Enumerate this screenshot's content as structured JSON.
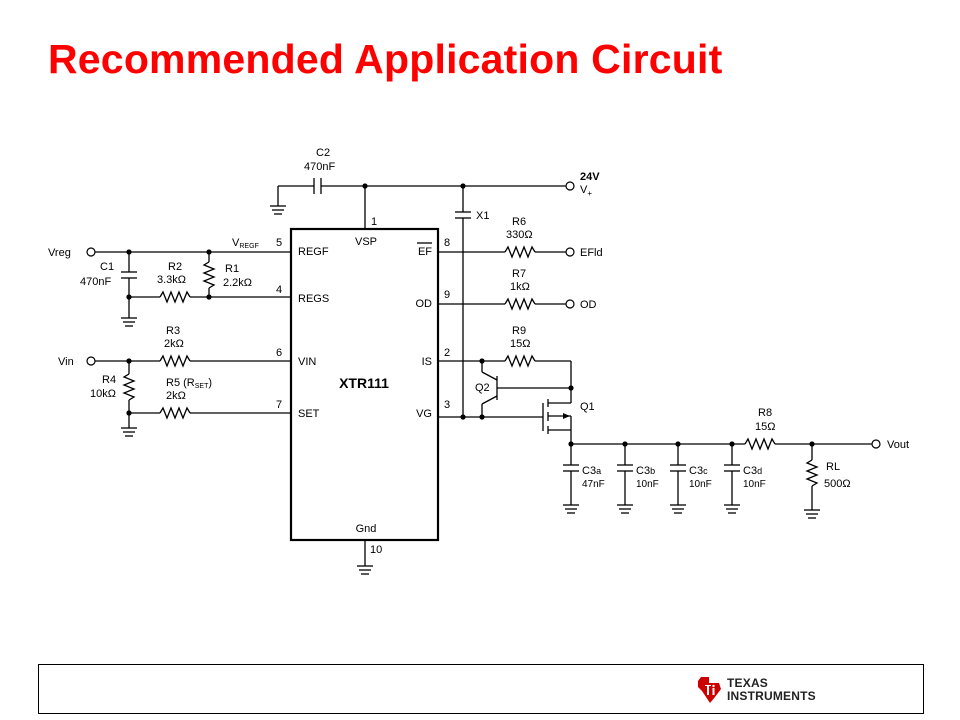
{
  "slide": {
    "title": "Recommended Application Circuit"
  },
  "chip": {
    "name": "XTR111"
  },
  "pins": {
    "p1": "1",
    "p2": "2",
    "p3": "3",
    "p4": "4",
    "p5": "5",
    "p6": "6",
    "p7": "7",
    "p8": "8",
    "p9": "9",
    "p10": "10",
    "vsp": "VSP",
    "regf": "REGF",
    "regs": "REGS",
    "vin": "VIN",
    "set": "SET",
    "ef": "EF",
    "od": "OD",
    "is": "IS",
    "vg": "VG",
    "gnd": "Gnd"
  },
  "signals": {
    "vreg": "Vreg",
    "vin": "Vin",
    "vregf_v": "V",
    "vregf_sub": "REGF",
    "supply_v": "24V",
    "vplus": "V",
    "vplus_sub": "+",
    "efld": "EFld",
    "od": "OD",
    "vout": "Vout"
  },
  "components": {
    "c2_name": "C2",
    "c2_val": "470nF",
    "x1": "X1",
    "c1_name": "C1",
    "c1_val": "470nF",
    "r2_name": "R2",
    "r2_val": "3.3kΩ",
    "r1_name": "R1",
    "r1_val": "2.2kΩ",
    "r3_name": "R3",
    "r3_val": "2kΩ",
    "r4_name": "R4",
    "r4_val": "10kΩ",
    "r5_name": "R5 (R",
    "r5_sub": "SET",
    "r5_close": ")",
    "r5_val": "2kΩ",
    "r6_name": "R6",
    "r6_val": "330Ω",
    "r7_name": "R7",
    "r7_val": "1kΩ",
    "r9_name": "R9",
    "r9_val": "15Ω",
    "q2": "Q2",
    "q1": "Q1",
    "r8_name": "R8",
    "r8_val": "15Ω",
    "c3a_name": "C3",
    "c3a_sub": "a",
    "c3a_val": "47nF",
    "c3b_name": "C3",
    "c3b_sub": "b",
    "c3b_val": "10nF",
    "c3c_name": "C3",
    "c3c_sub": "c",
    "c3c_val": "10nF",
    "c3d_name": "C3",
    "c3d_sub": "d",
    "c3d_val": "10nF",
    "rl_name": "RL",
    "rl_val": "500Ω"
  },
  "footer": {
    "logo_line1": "TEXAS",
    "logo_line2": "INSTRUMENTS",
    "logo_color": "#cc0000"
  }
}
